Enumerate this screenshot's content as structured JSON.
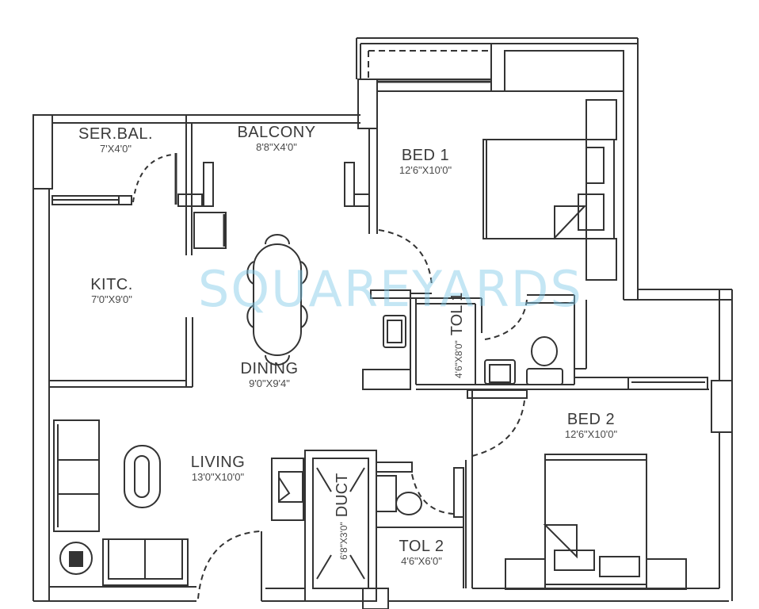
{
  "diagram": {
    "type": "floor-plan",
    "watermark": "SQUAREYARDS",
    "line_color": "#333333",
    "watermark_color": "#7ec8e8"
  },
  "rooms": {
    "ser_bal": {
      "name": "SER.BAL.",
      "dim": "7'X4'0\""
    },
    "balcony": {
      "name": "BALCONY",
      "dim": "8'8\"X4'0\""
    },
    "bed1": {
      "name": "BED 1",
      "dim": "12'6\"X10'0\""
    },
    "kitchen": {
      "name": "KITC.",
      "dim": "7'0\"X9'0\""
    },
    "dining": {
      "name": "DINING",
      "dim": "9'0\"X9'4\""
    },
    "tol1": {
      "name": "TOL 1",
      "dim": "4'6\"X8'0\""
    },
    "bed2": {
      "name": "BED 2",
      "dim": "12'6\"X10'0\""
    },
    "living": {
      "name": "LIVING",
      "dim": "13'0\"X10'0\""
    },
    "duct": {
      "name": "DUCT",
      "dim": "6'8\"X3'0\""
    },
    "tol2": {
      "name": "TOL 2",
      "dim": "4'6\"X6'0\""
    }
  }
}
